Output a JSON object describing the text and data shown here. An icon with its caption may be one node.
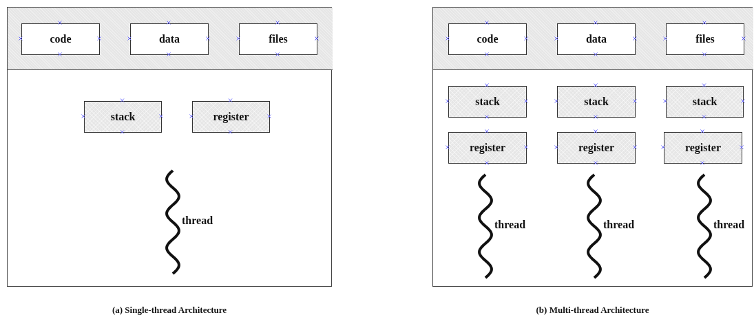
{
  "diagram": {
    "nodes": [
      {
        "text": [],
        "shape": "box",
        "beside": [
          "(a) Single-thread Architecture"
        ]
      },
      {
        "text": [],
        "shape": "band",
        "in": 0
      },
      {
        "text": [
          "code"
        ],
        "in": 1
      },
      {
        "text": [
          "data"
        ],
        "in": 1
      },
      {
        "text": [
          "files"
        ],
        "in": 1
      },
      {
        "text": [
          "stack"
        ],
        "in": 0
      },
      {
        "text": [
          "register"
        ],
        "in": 0
      },
      {
        "text": [
          "thread"
        ],
        "in": 0
      },
      {
        "text": [],
        "shape": "box",
        "beside": [
          "(b) Multi-thread Architecture"
        ]
      },
      {
        "text": [],
        "shape": "band",
        "in": 8
      },
      {
        "text": [
          "code"
        ],
        "in": 9
      },
      {
        "text": [
          "data"
        ],
        "in": 9
      },
      {
        "text": [
          "files"
        ],
        "in": 9
      },
      {
        "text": [
          "stack"
        ],
        "in": 8
      },
      {
        "text": [
          "stack"
        ],
        "in": 8
      },
      {
        "text": [
          "stack"
        ],
        "in": 8
      },
      {
        "text": [
          "register"
        ],
        "in": 8
      },
      {
        "text": [
          "register"
        ],
        "in": 8
      },
      {
        "text": [
          "register"
        ],
        "in": 8
      },
      {
        "text": [
          "thread"
        ],
        "in": 8
      },
      {
        "text": [
          "thread"
        ],
        "in": 8
      },
      {
        "text": [
          "thread"
        ],
        "in": 8
      }
    ]
  }
}
